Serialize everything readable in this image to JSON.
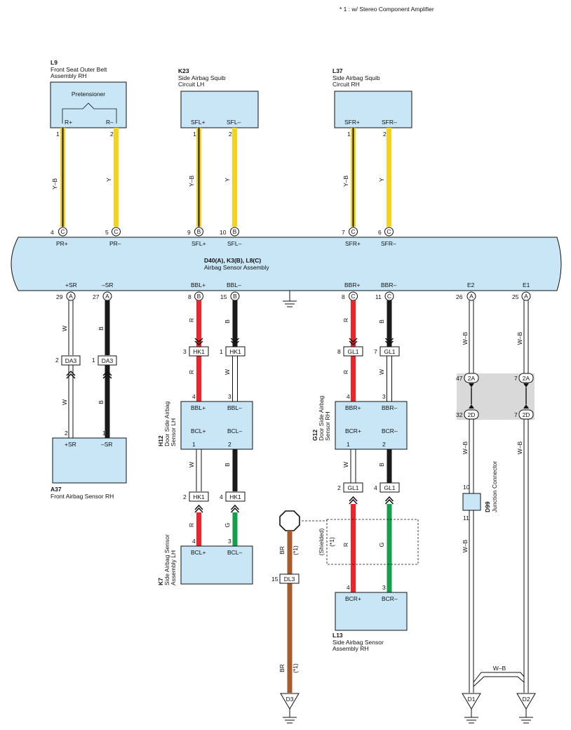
{
  "note": "* 1 : w/ Stereo Component Amplifier",
  "components": {
    "l9": {
      "code": "L9",
      "line1": "Front Seat Outer Belt",
      "line2": "Assembly RH",
      "inner_label": "Pretensioner",
      "pin_a": "R+",
      "pin_b": "R–",
      "pin_no_a": "1",
      "pin_no_b": "2"
    },
    "k23": {
      "code": "K23",
      "line1": "Side Airbag Squib",
      "line2": "Circuit LH",
      "pin_a": "SFL+",
      "pin_b": "SFL–",
      "pin_no_a": "1",
      "pin_no_b": "2"
    },
    "l37": {
      "code": "L37",
      "line1": "Side Airbag Squib",
      "line2": "Circuit RH",
      "pin_a": "SFR+",
      "pin_b": "SFR–",
      "pin_no_a": "1",
      "pin_no_b": "2"
    },
    "main": {
      "code": "D40(A), K3(B), L8(C)",
      "name": "Airbag Sensor Assembly",
      "top_pins": [
        {
          "no": "4",
          "conn": "C",
          "label": "PR+"
        },
        {
          "no": "5",
          "conn": "C",
          "label": "PR–"
        },
        {
          "no": "9",
          "conn": "B",
          "label": "SFL+"
        },
        {
          "no": "10",
          "conn": "B",
          "label": "SFL–"
        },
        {
          "no": "7",
          "conn": "C",
          "label": "SFR+"
        },
        {
          "no": "6",
          "conn": "C",
          "label": "SFR–"
        }
      ],
      "bottom_pins": [
        {
          "no": "29",
          "conn": "A",
          "label": "+SR"
        },
        {
          "no": "27",
          "conn": "A",
          "label": "–SR"
        },
        {
          "no": "8",
          "conn": "B",
          "label": "BBL+"
        },
        {
          "no": "15",
          "conn": "B",
          "label": "BBL–"
        },
        {
          "no": "8",
          "conn": "C",
          "label": "BBR+"
        },
        {
          "no": "11",
          "conn": "C",
          "label": "BBR–"
        },
        {
          "no": "26",
          "conn": "A",
          "label": "E2"
        },
        {
          "no": "25",
          "conn": "A",
          "label": "E1"
        }
      ]
    },
    "a37": {
      "code": "A37",
      "name": "Front Airbag Sensor RH",
      "pin_a": "+SR",
      "pin_b": "–SR",
      "pin_no_a": "2",
      "pin_no_b": "1"
    },
    "h12": {
      "code": "H12",
      "line1": "Door Side Airbag",
      "line2": "Sensor LH",
      "pin_a": "BBL+",
      "pin_b": "BBL–",
      "pin_c": "BCL+",
      "pin_d": "BCL–",
      "pin_no_a": "4",
      "pin_no_b": "3",
      "pin_no_c": "1",
      "pin_no_d": "2"
    },
    "g12": {
      "code": "G12",
      "line1": "Door Side Airbag",
      "line2": "Sensor RH",
      "pin_a": "BBR+",
      "pin_b": "BBR–",
      "pin_c": "BCR+",
      "pin_d": "BCR–",
      "pin_no_a": "4",
      "pin_no_b": "3",
      "pin_no_c": "1",
      "pin_no_d": "2"
    },
    "k7": {
      "code": "K7",
      "line1": "Side Airbag Sensor",
      "line2": "Assembly LH",
      "pin_a": "BCL+",
      "pin_b": "BCL–",
      "pin_no_a": "4",
      "pin_no_b": "3"
    },
    "l13": {
      "code": "L13",
      "line1": "Side Airbag Sensor",
      "line2": "Assembly RH",
      "pin_a": "BCR+",
      "pin_b": "BCR–",
      "pin_no_a": "4",
      "pin_no_b": "3"
    },
    "d99": {
      "code": "D99",
      "name": "Junction Connector",
      "pin_in": "10",
      "pin_out": "11"
    }
  },
  "connectors": {
    "da3_a": {
      "name": "DA3",
      "pin": "2"
    },
    "da3_b": {
      "name": "DA3",
      "pin": "1"
    },
    "hk1_a": {
      "name": "HK1",
      "pin": "3"
    },
    "hk1_b": {
      "name": "HK1",
      "pin": "1"
    },
    "hk1_c": {
      "name": "HK1",
      "pin": "2"
    },
    "hk1_d": {
      "name": "HK1",
      "pin": "4"
    },
    "gl1_a": {
      "name": "GL1",
      "pin": "8"
    },
    "gl1_b": {
      "name": "GL1",
      "pin": "7"
    },
    "gl1_c": {
      "name": "GL1",
      "pin": "2"
    },
    "gl1_d": {
      "name": "GL1",
      "pin": "4"
    },
    "dl3": {
      "name": "DL3",
      "pin": "15"
    },
    "j2a_left": {
      "name": "2A",
      "pin": "47"
    },
    "j2a_right": {
      "name": "2A",
      "pin": "7"
    },
    "j2d_left": {
      "name": "2D",
      "pin": "32"
    },
    "j2d_right": {
      "name": "2D",
      "pin": "7"
    }
  },
  "wires": {
    "yb": "Y–B",
    "y": "Y",
    "w": "W",
    "b": "B",
    "r": "R",
    "g": "G",
    "br": "BR",
    "wb": "W–B"
  },
  "marks": {
    "star1": "(*1)",
    "shielded": "(Shielded)"
  },
  "grounds": {
    "d3": "D3",
    "d1": "D1",
    "d2": "D2"
  },
  "colors": {
    "yellow": "#f5d21d",
    "red": "#e8262b",
    "black": "#1a1a1a",
    "green": "#14a04a",
    "brown": "#a85a2c",
    "box": "#c9e6f6",
    "junction": "#d9d9d9"
  }
}
